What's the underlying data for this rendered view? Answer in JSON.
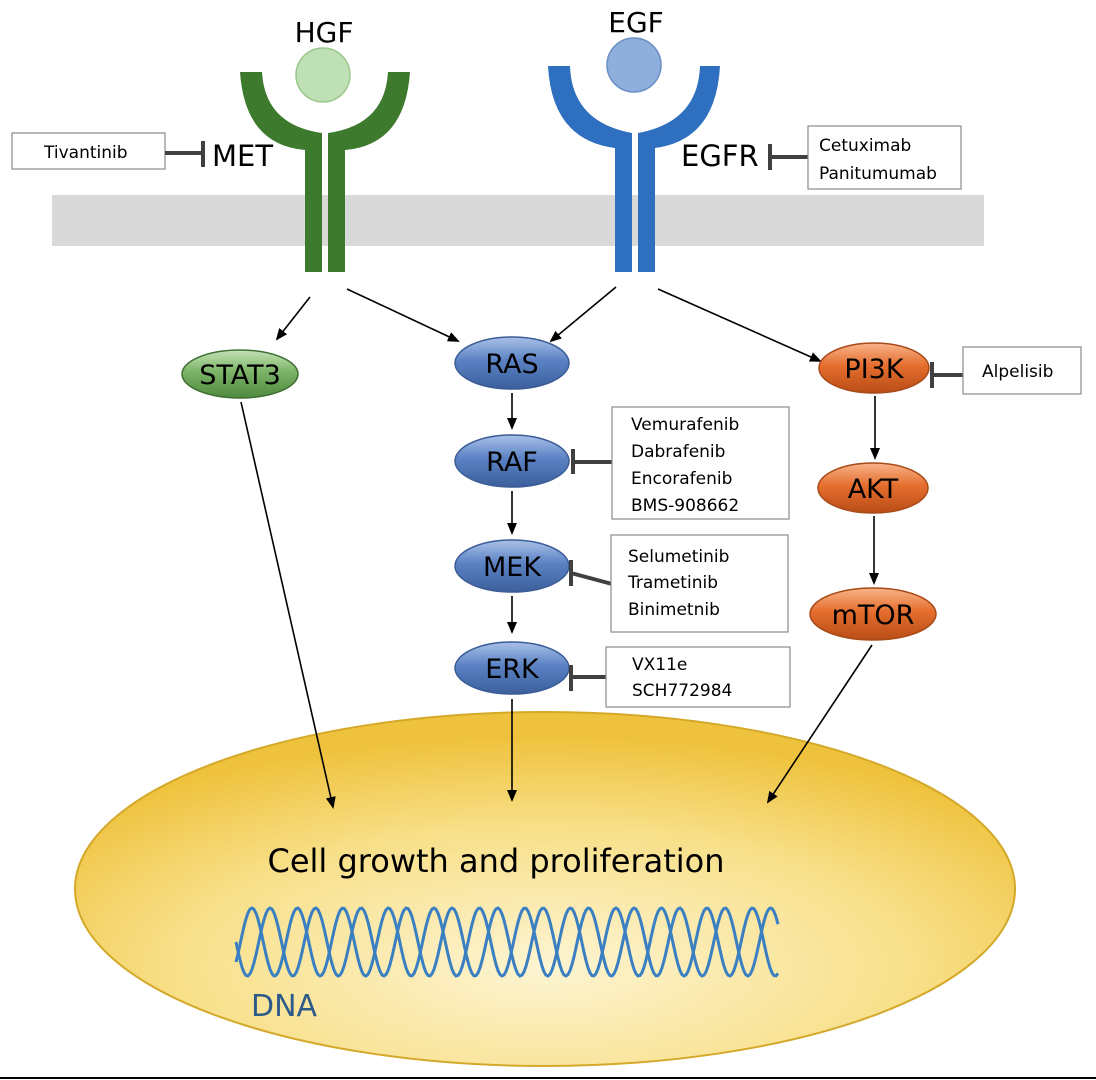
{
  "ligands": {
    "hgf": "HGF",
    "egf": "EGF"
  },
  "receptors": {
    "met": "MET",
    "egfr": "EGFR"
  },
  "nodes": {
    "stat3": "STAT3",
    "ras": "RAS",
    "raf": "RAF",
    "mek": "MEK",
    "erk": "ERK",
    "pi3k": "PI3K",
    "akt": "AKT",
    "mtor": "mTOR"
  },
  "inhibitors": {
    "met": [
      "Tivantinib"
    ],
    "egfr": [
      "Cetuximab",
      "Panitumumab"
    ],
    "pi3k": [
      "Alpelisib"
    ],
    "raf": [
      "Vemurafenib",
      "Dabrafenib",
      "Encorafenib",
      "BMS-908662"
    ],
    "mek": [
      "Selumetinib",
      "Trametinib",
      "Binimetnib"
    ],
    "erk": [
      "VX11e",
      "SCH772984"
    ]
  },
  "nucleus": {
    "label": "Cell growth and proliferation",
    "dna_label": "DNA"
  },
  "colors": {
    "met_receptor": "#3d7a2e",
    "hgf_ligand": "#bfe0b5",
    "egfr_receptor": "#2f6fc0",
    "egf_ligand": "#8eaedb",
    "stat3_fill": "#7cb468",
    "ras_mek_fill": "#5b82c4",
    "pi3k_fill": "#e06a2a",
    "membrane": "#d9d9d9",
    "nucleus_fill": "#f3cf50",
    "dna_strand": "#3a7fc1",
    "inhibitor_bar": "#404040"
  }
}
